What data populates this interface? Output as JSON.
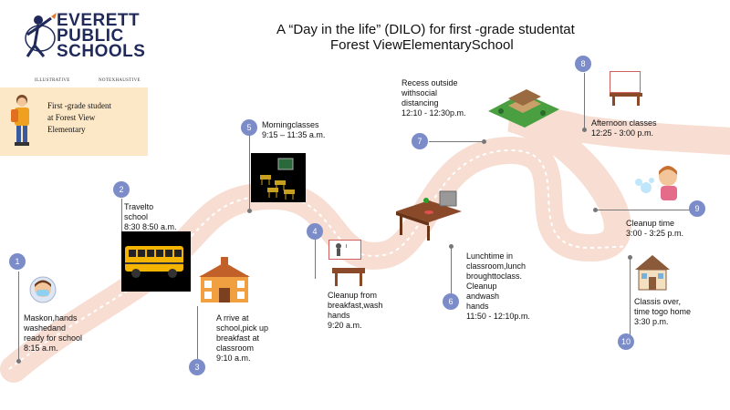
{
  "header": {
    "logo_lines": [
      "EVERETT",
      "PUBLIC",
      "SCHOOLS"
    ],
    "title_line1": "A “Day in the life” (DILO) for first  -grade    studentat",
    "title_line2": "Forest    ViewElementarySchool"
  },
  "tags": {
    "left": "ILLUSTRATIVE",
    "right": "NOTEXHAUSTIVE"
  },
  "info_box": {
    "text": "First  -grade  student\nat Forest    View\nElementary"
  },
  "steps": [
    {
      "number": "1",
      "text": "Maskon,hands\nwashedand\nready     for    school\n8:15      a.m."
    },
    {
      "number": "2",
      "text": "Travelto\nschool\n8:30      8:50    a.m."
    },
    {
      "number": "3",
      "text": "A  rrive       at\nschool,pick          up\nbreakfast          at\nclassroom\n9:10      a.m."
    },
    {
      "number": "4",
      "text": "Cleanup          from\nbreakfast,wash\nhands\n9:20      a.m."
    },
    {
      "number": "5",
      "text": "Morningclasses\n9:15    – 11:35      a.m."
    },
    {
      "number": "6",
      "text": "Lunchtime            in\nclassroom,lunch\nbroughttoclass.\nCleanup       andwash\nhands\n11:50    - 12:10p.m."
    },
    {
      "number": "7",
      "text": "Recess        outside\nwithsocial\ndistancing\n12:10    - 12:30p.m."
    },
    {
      "number": "8",
      "text": "Afternoon       classes\n12:25    - 3:00      p.m."
    },
    {
      "number": "9",
      "text": "Cleanup        time\n3:00    - 3:25      p.m."
    },
    {
      "number": "10",
      "text": "Classis         over,\ntime   togo      home\n3:30      p.m."
    }
  ],
  "colors": {
    "road": "#f7ddd2",
    "road_center": "#ffffff",
    "badge": "#7b8cc8",
    "logo_navy": "#1f2a5a",
    "logo_orange": "#e8762b",
    "info_box": "#fce8c6"
  },
  "icons": {
    "student": "student-with-backpack-icon",
    "mask": "child-wearing-mask-icon",
    "bus": "school-bus-icon",
    "school": "school-building-icon",
    "classroom": "classroom-desks-icon",
    "cleanup": "teacher-desk-icon",
    "lunch": "lunch-desk-icon",
    "recess": "schoolyard-icon",
    "afternoon": "desk-icon",
    "handwash": "child-washing-hands-icon",
    "home": "house-icon"
  }
}
